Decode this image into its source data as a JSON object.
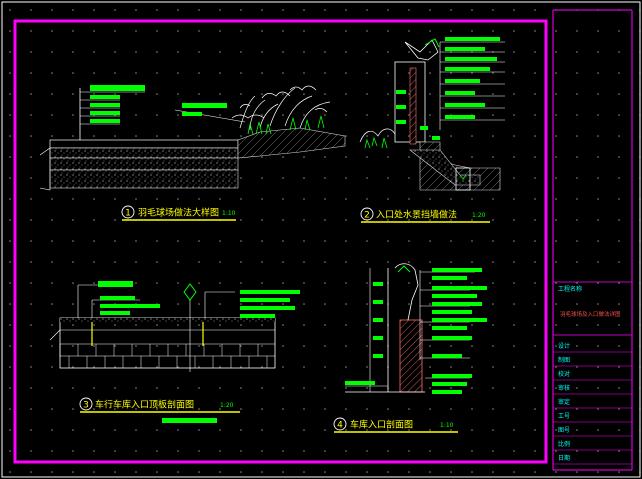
{
  "colors": {
    "background": "#000000",
    "frame": "#ff00ff",
    "annotation": "#00ff00",
    "leader": "#ffffff",
    "title_text": "#ffff00",
    "hatch": "#cccccc",
    "plant": "#ffffff",
    "title_block_text": "#00ffff"
  },
  "views": [
    {
      "number": "1",
      "title": "羽毛球场做法大样图",
      "scale": "1:10"
    },
    {
      "number": "2",
      "title": "入口处水景挡墙做法",
      "scale": "1:20"
    },
    {
      "number": "3",
      "title": "车行车库入口顶板剖面图",
      "scale": "1:20"
    },
    {
      "number": "4",
      "title": "车库入口剖面图",
      "scale": "1:10"
    }
  ],
  "title_block": {
    "project_label": "工程名称",
    "drawing_name": "羽毛球场及入口做法详图",
    "rows": [
      "设计",
      "制图",
      "校对",
      "审核",
      "审定",
      "工号",
      "图号",
      "比例",
      "日期"
    ]
  }
}
